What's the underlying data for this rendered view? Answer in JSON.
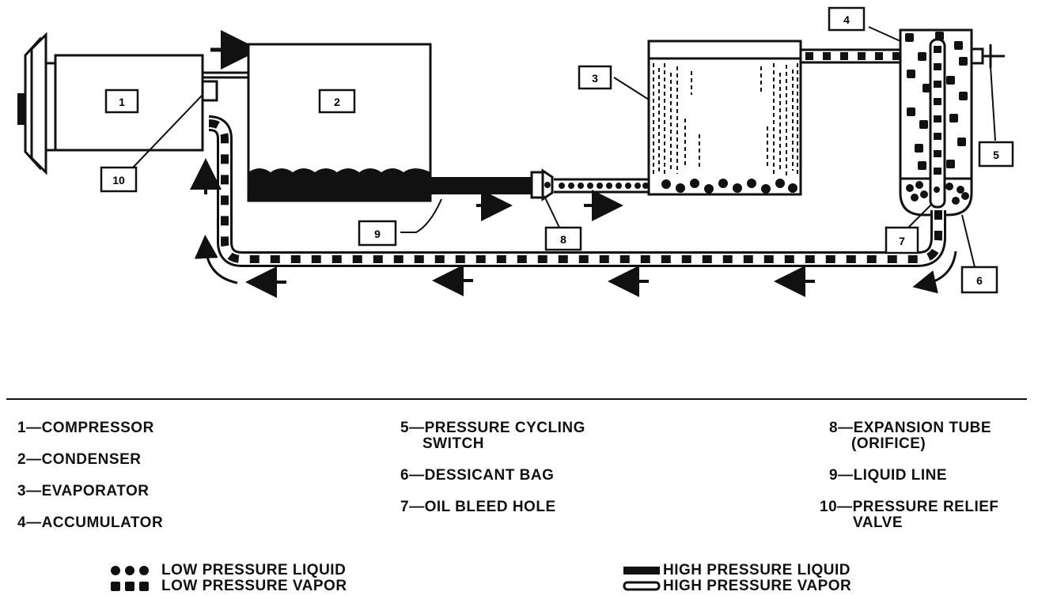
{
  "callouts": [
    "1",
    "2",
    "3",
    "4",
    "5",
    "6",
    "7",
    "8",
    "9",
    "10"
  ],
  "legend": [
    {
      "num": "1",
      "line1": "1—COMPRESSOR",
      "line2": ""
    },
    {
      "num": "2",
      "line1": "2—CONDENSER",
      "line2": ""
    },
    {
      "num": "3",
      "line1": "3—EVAPORATOR",
      "line2": ""
    },
    {
      "num": "4",
      "line1": "4—ACCUMULATOR",
      "line2": ""
    },
    {
      "num": "5",
      "line1": "5—PRESSURE CYCLING",
      "line2": "SWITCH"
    },
    {
      "num": "6",
      "line1": "6—DESSICANT BAG",
      "line2": ""
    },
    {
      "num": "7",
      "line1": "7—OIL BLEED HOLE",
      "line2": ""
    },
    {
      "num": "8",
      "line1": "8—EXPANSION TUBE",
      "line2": "(ORIFICE)"
    },
    {
      "num": "9",
      "line1": "9—LIQUID LINE",
      "line2": ""
    },
    {
      "num": "10",
      "line1": "10—PRESSURE RELIEF",
      "line2": "VALVE"
    }
  ],
  "key": {
    "low_liquid": "LOW PRESSURE LIQUID",
    "low_vapor": "LOW PRESSURE VAPOR",
    "high_liquid": "HIGH PRESSURE LIQUID",
    "high_vapor": "HIGH PRESSURE VAPOR"
  },
  "colors": {
    "ink": "#111111",
    "paper": "#ffffff"
  }
}
